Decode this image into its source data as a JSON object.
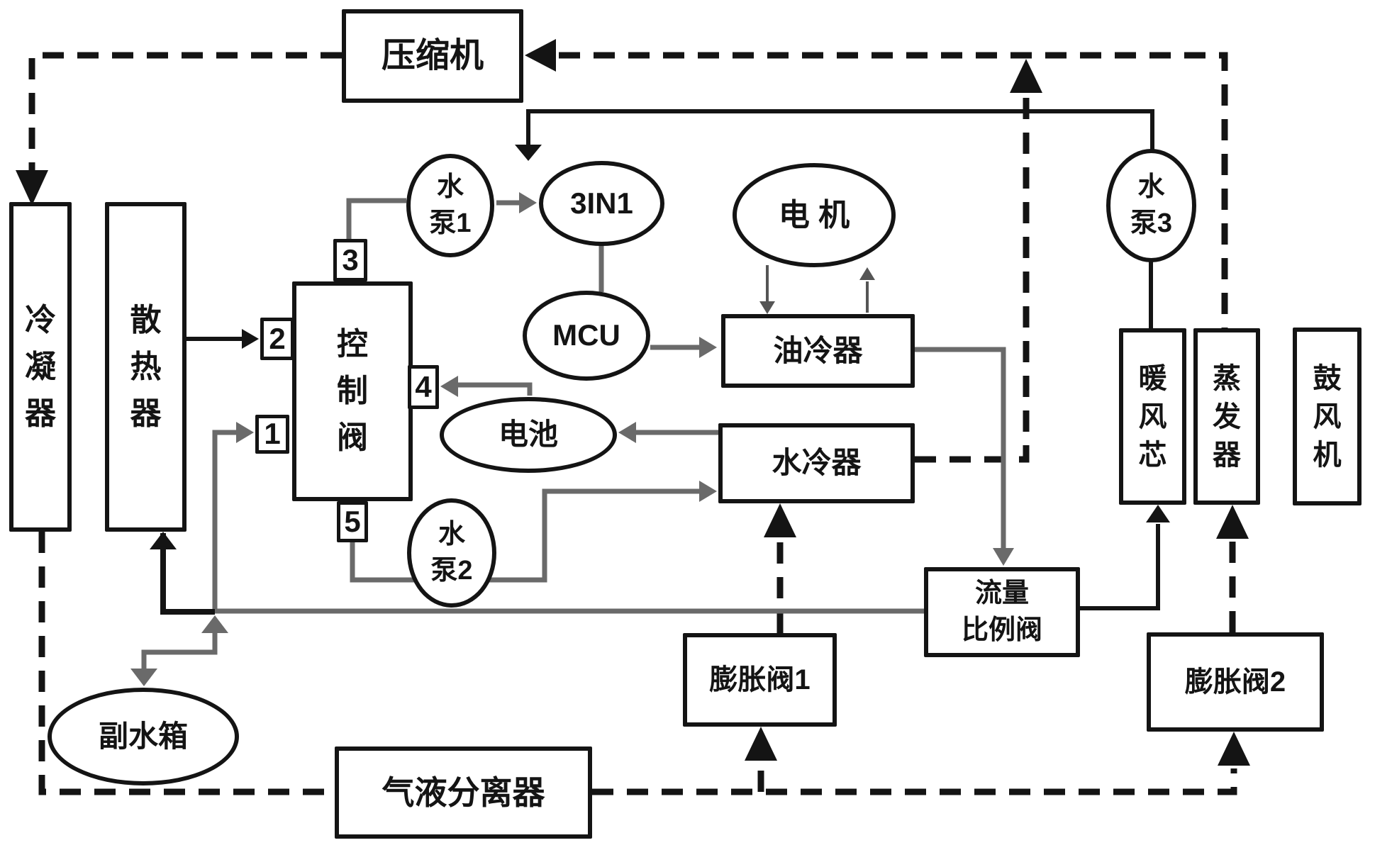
{
  "nodes": {
    "compressor": {
      "label": "压缩机"
    },
    "condenser": {
      "label": "冷\n凝\n器"
    },
    "radiator": {
      "label": "散\n热\n器"
    },
    "control_valve": {
      "label": "控\n制\n阀"
    },
    "port1": {
      "label": "1"
    },
    "port2": {
      "label": "2"
    },
    "port3": {
      "label": "3"
    },
    "port4": {
      "label": "4"
    },
    "port5": {
      "label": "5"
    },
    "pump1": {
      "label": "水\n泵1"
    },
    "pump2": {
      "label": "水\n泵2"
    },
    "pump3": {
      "label": "水\n泵3"
    },
    "unit_3in1": {
      "label": "3IN1"
    },
    "mcu": {
      "label": "MCU"
    },
    "motor": {
      "label": "电  机"
    },
    "battery": {
      "label": "电池"
    },
    "oil_cooler": {
      "label": "油冷器"
    },
    "water_cooler": {
      "label": "水冷器"
    },
    "flow_valve": {
      "label": "流量\n比例阀"
    },
    "expansion_valve1": {
      "label": "膨胀阀1"
    },
    "expansion_valve2": {
      "label": "膨胀阀2"
    },
    "heater_core": {
      "label": "暖\n风\n芯"
    },
    "evaporator": {
      "label": "蒸\n发\n器"
    },
    "blower": {
      "label": "鼓\n风\n机"
    },
    "aux_tank": {
      "label": "副水箱"
    },
    "separator": {
      "label": "气液分离器"
    }
  },
  "colors": {
    "ink": "#141414",
    "coolant_line": "#6a6a6a",
    "thin_line": "#555555",
    "background": "#ffffff"
  }
}
